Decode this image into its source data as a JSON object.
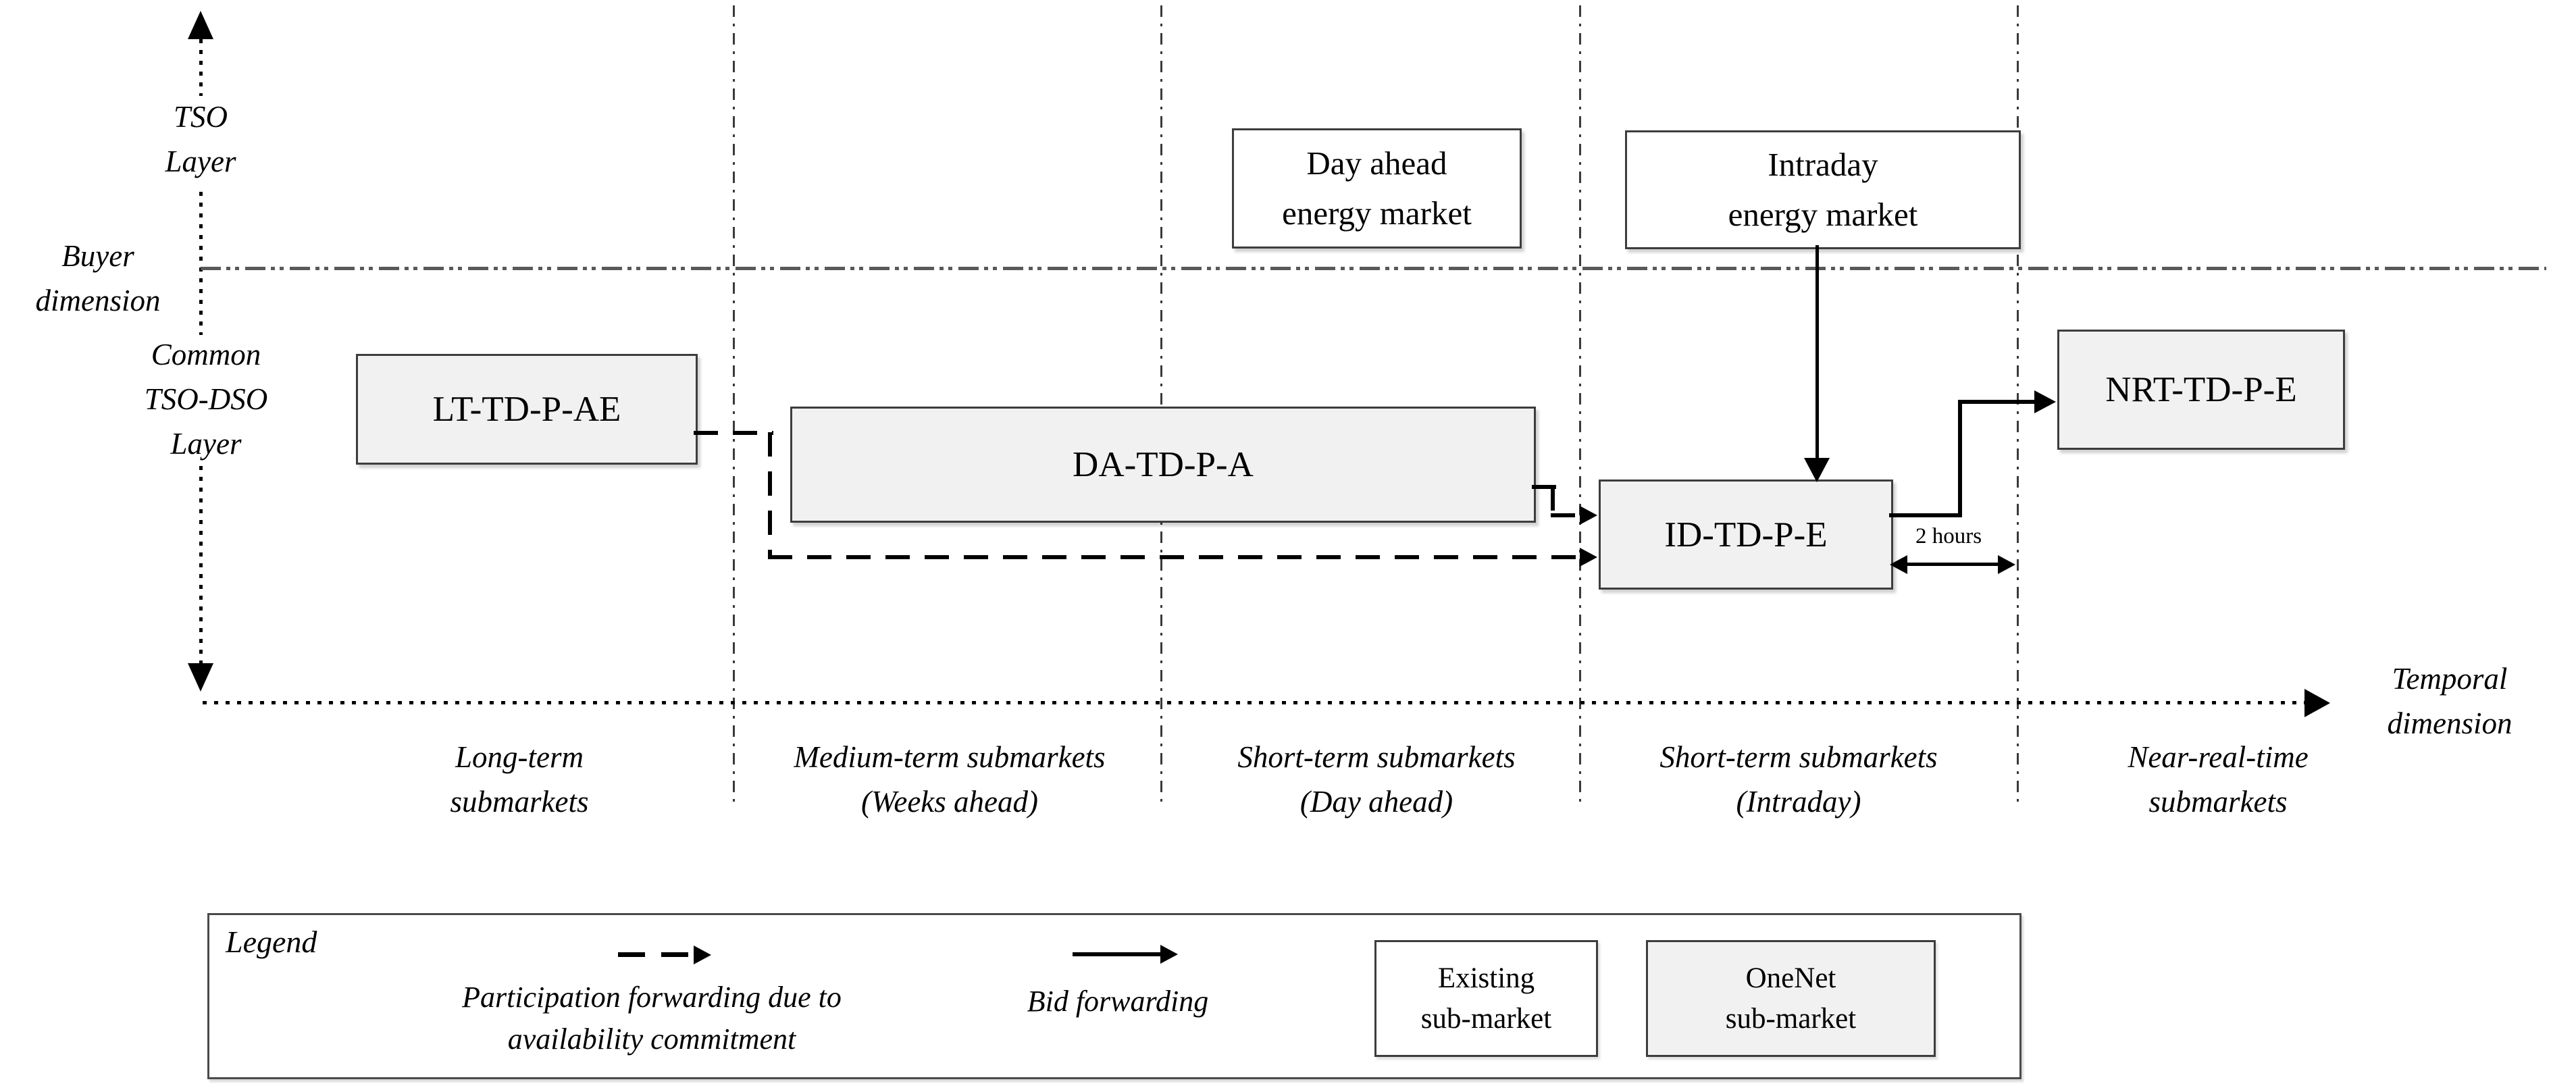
{
  "colors": {
    "submarket_fill": "#f1f1f1",
    "existing_fill": "#ffffff",
    "box_border": "#3d3d3d",
    "line": "#000000",
    "separator": "#3a3a3a",
    "buyer_line": "#595959"
  },
  "vertical_axis": {
    "top_label": {
      "line1": "TSO",
      "line2": "Layer"
    },
    "side_label": {
      "line1": "Buyer",
      "line2": "dimension"
    },
    "bottom_label": {
      "line1": "Common",
      "line2": "TSO-DSO",
      "line3": "Layer"
    }
  },
  "temporal_axis": {
    "label": {
      "line1": "Temporal",
      "line2": "dimension"
    }
  },
  "energy_markets": {
    "day_ahead": {
      "line1": "Day ahead",
      "line2": "energy market"
    },
    "intraday": {
      "line1": "Intraday",
      "line2": "energy market"
    }
  },
  "submarkets": {
    "lt": {
      "label": "LT-TD-P-AE"
    },
    "da": {
      "label": "DA-TD-P-A"
    },
    "id": {
      "label": "ID-TD-P-E"
    },
    "nrt": {
      "label": "NRT-TD-P-E"
    }
  },
  "annotations": {
    "two_hours": "2 hours"
  },
  "timeline_segments": [
    {
      "line1": "Long-term",
      "line2": "submarkets"
    },
    {
      "line1": "Medium-term submarkets",
      "line2": "(Weeks ahead)"
    },
    {
      "line1": "Short-term submarkets",
      "line2": "(Day ahead)"
    },
    {
      "line1": "Short-term submarkets",
      "line2": "(Intraday)"
    },
    {
      "line1": "Near-real-time",
      "line2": "submarkets"
    }
  ],
  "legend": {
    "title": "Legend",
    "dashed_arrow_label": {
      "line1": "Participation forwarding due to",
      "line2": "availability commitment"
    },
    "solid_arrow_label": "Bid forwarding",
    "existing_box": {
      "line1": "Existing",
      "line2": "sub-market"
    },
    "onenet_box": {
      "line1": "OneNet",
      "line2": "sub-market"
    }
  }
}
